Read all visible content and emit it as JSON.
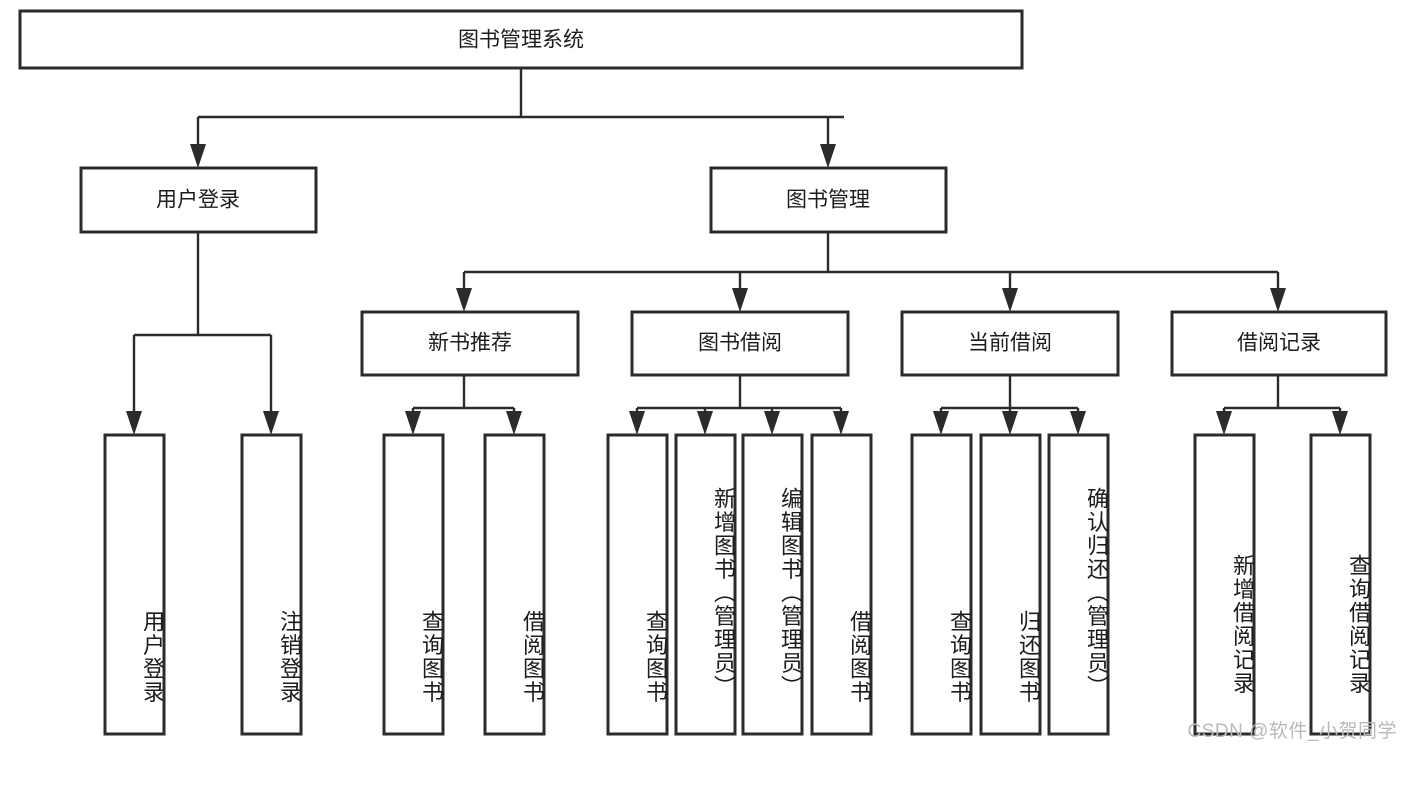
{
  "diagram": {
    "type": "tree-hierarchy",
    "title": "图书管理系统",
    "watermark": "CSDN @软件_小贺同学",
    "colors": {
      "stroke": "#2b2b2b",
      "fill": "#ffffff",
      "text": "#1c1c1c",
      "watermark": "#b9b9b9"
    },
    "levels": {
      "root": {
        "label": "图书管理系统"
      },
      "level2": [
        {
          "id": "user-login",
          "label": "用户登录"
        },
        {
          "id": "book-management",
          "label": "图书管理"
        }
      ],
      "level3": [
        {
          "id": "new-book-recommend",
          "label": "新书推荐",
          "parent": "book-management"
        },
        {
          "id": "book-borrow",
          "label": "图书借阅",
          "parent": "book-management"
        },
        {
          "id": "current-borrow",
          "label": "当前借阅",
          "parent": "book-management"
        },
        {
          "id": "borrow-record",
          "label": "借阅记录",
          "parent": "book-management"
        }
      ],
      "leaves": [
        {
          "id": "leaf-user-login",
          "label": "用户登录",
          "parent": "user-login"
        },
        {
          "id": "leaf-user-logout",
          "label": "注销登录",
          "parent": "user-login"
        },
        {
          "id": "leaf-query-book-1",
          "label": "查询图书",
          "parent": "new-book-recommend"
        },
        {
          "id": "leaf-borrow-book-1",
          "label": "借阅图书",
          "parent": "new-book-recommend"
        },
        {
          "id": "leaf-query-book-2",
          "label": "查询图书",
          "parent": "book-borrow"
        },
        {
          "id": "leaf-add-book",
          "label": "新增图书（管理员）",
          "parent": "book-borrow"
        },
        {
          "id": "leaf-edit-book",
          "label": "编辑图书（管理员）",
          "parent": "book-borrow"
        },
        {
          "id": "leaf-borrow-book-2",
          "label": "借阅图书",
          "parent": "book-borrow"
        },
        {
          "id": "leaf-query-book-3",
          "label": "查询图书",
          "parent": "current-borrow"
        },
        {
          "id": "leaf-return-book",
          "label": "归还图书",
          "parent": "current-borrow"
        },
        {
          "id": "leaf-confirm-return",
          "label": "确认归还（管理员）",
          "parent": "current-borrow"
        },
        {
          "id": "leaf-add-record",
          "label": "新增借阅记录",
          "parent": "borrow-record"
        },
        {
          "id": "leaf-query-record",
          "label": "查询借阅记录",
          "parent": "borrow-record"
        }
      ]
    }
  }
}
